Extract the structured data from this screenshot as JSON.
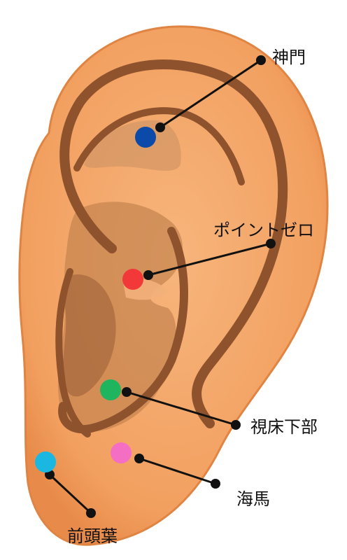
{
  "diagram": {
    "colors": {
      "skin": "#f4a66a",
      "skin_dark": "#e3894b",
      "groove": "#9a5a32",
      "cavity": "#c98a58",
      "line": "#111111"
    },
    "points": [
      {
        "id": "shinmon",
        "label": "神門",
        "color": "#0b4aa8"
      },
      {
        "id": "point-zero",
        "label": "ポイントゼロ",
        "color": "#f23838"
      },
      {
        "id": "thalamus",
        "label": "視床下部",
        "color": "#1fb55f"
      },
      {
        "id": "hippocampus",
        "label": "海馬",
        "color": "#f46fc4"
      },
      {
        "id": "frontal-lobe",
        "label": "前頭葉",
        "color": "#1ab8e0"
      }
    ]
  }
}
